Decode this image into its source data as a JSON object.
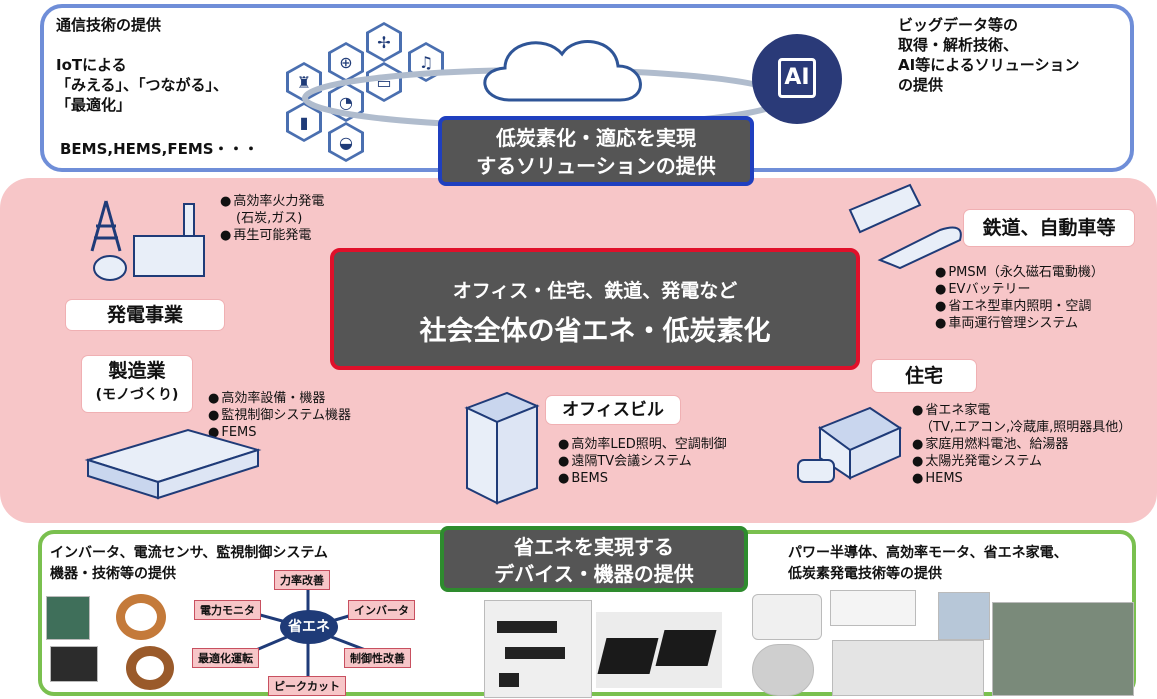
{
  "top": {
    "comm_title": "通信技術の提供",
    "iot_line1": "IoTによる",
    "iot_line2": "「みえる」、「つながる」、",
    "iot_line3": "「最適化」",
    "ems": "BEMS,HEMS,FEMS・・・",
    "bigdata_line1": "ビッグデータ等の",
    "bigdata_line2": "取得・解析技術、",
    "bigdata_line3": "AI等によるソリューション",
    "bigdata_line4": "の提供",
    "ai_chip": "AI",
    "banner_line1": "低炭素化・適応を実現",
    "banner_line2": "するソリューションの提供"
  },
  "middle": {
    "center_line1": "オフィス・住宅、鉄道、発電など",
    "center_line2": "社会全体の省エネ・低炭素化",
    "power": {
      "label": "発電事業",
      "b1": "高効率火力発電",
      "b1b": "(石炭,ガス)",
      "b2": "再生可能発電"
    },
    "manufacturing": {
      "label1": "製造業",
      "label2": "(モノづくり)",
      "b1": "高効率設備・機器",
      "b2": "監視制御システム機器",
      "b3": "FEMS"
    },
    "office": {
      "label": "オフィスビル",
      "b1": "高効率LED照明、空調制御",
      "b2": "遠隔TV会議システム",
      "b3": "BEMS"
    },
    "rail": {
      "label": "鉄道、自動車等",
      "b1": "PMSM（永久磁石電動機）",
      "b2": "EVバッテリー",
      "b3": "省エネ型車内照明・空調",
      "b4": "車両運行管理システム"
    },
    "housing": {
      "label": "住宅",
      "b1": "省エネ家電",
      "b1b": "（TV,エアコン,冷蔵庫,照明器具他）",
      "b2": "家庭用燃料電池、給湯器",
      "b3": "太陽光発電システム",
      "b4": "HEMS"
    }
  },
  "bottom": {
    "left_line1": "インバータ、電流センサ、監視制御システム",
    "left_line2": "機器・技術等の提供",
    "hub": "省エネ",
    "pills": {
      "power_factor": "力率改善",
      "power_monitor": "電力モニタ",
      "inverter": "インバータ",
      "optimized_op": "最適化運転",
      "control": "制御性改善",
      "peak_cut": "ピークカット"
    },
    "banner_line1": "省エネを実現する",
    "banner_line2": "デバイス・機器の提供",
    "right_line1": "パワー半導体、高効率モータ、省エネ家電、",
    "right_line2": "低炭素発電技術等の提供"
  }
}
